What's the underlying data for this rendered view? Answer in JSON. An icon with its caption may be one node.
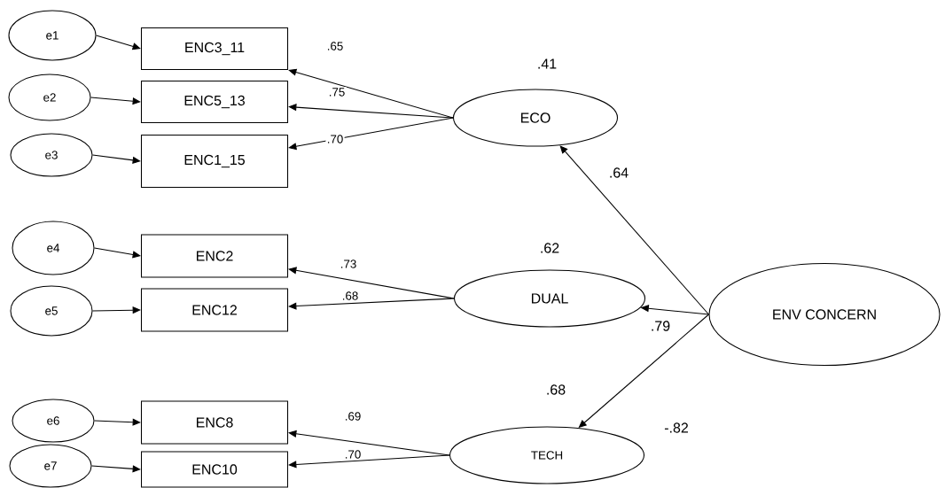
{
  "diagram": {
    "nodes": [
      {
        "text": [
          "e1"
        ]
      },
      {
        "text": [
          "e2"
        ]
      },
      {
        "text": [
          "e3"
        ]
      },
      {
        "text": [
          "e4"
        ]
      },
      {
        "text": [
          "e5"
        ]
      },
      {
        "text": [
          "e6"
        ]
      },
      {
        "text": [
          "e7"
        ]
      },
      {
        "text": [
          "ENC3_11"
        ]
      },
      {
        "text": [
          "ENC5_13"
        ]
      },
      {
        "text": [
          "ENC1_15"
        ]
      },
      {
        "text": [
          "ENC2"
        ]
      },
      {
        "text": [
          "ENC12"
        ]
      },
      {
        "text": [
          "ENC8"
        ]
      },
      {
        "text": [
          "ENC10"
        ]
      },
      {
        "text": [
          "ECO"
        ],
        "beside": [
          ".41"
        ]
      },
      {
        "text": [
          "DUAL"
        ],
        "beside": [
          ".62"
        ]
      },
      {
        "text": [
          "TECH"
        ],
        "beside": [
          ".68"
        ]
      },
      {
        "text": [
          "ENV CONCERN"
        ]
      }
    ],
    "edges": [
      {
        "from": 0,
        "to": 7,
        "arrow": "to"
      },
      {
        "from": 1,
        "to": 8,
        "arrow": "to"
      },
      {
        "from": 2,
        "to": 9,
        "arrow": "to"
      },
      {
        "from": 3,
        "to": 10,
        "arrow": "to"
      },
      {
        "from": 4,
        "to": 11,
        "arrow": "to"
      },
      {
        "from": 5,
        "to": 12,
        "arrow": "to"
      },
      {
        "from": 6,
        "to": 13,
        "arrow": "to"
      },
      {
        "from": 14,
        "to": 7,
        "arrow": "to",
        "label": ".65"
      },
      {
        "from": 14,
        "to": 8,
        "arrow": "to",
        "label": ".75"
      },
      {
        "from": 14,
        "to": 9,
        "arrow": "to",
        "label": ".70"
      },
      {
        "from": 15,
        "to": 10,
        "arrow": "to",
        "label": ".73"
      },
      {
        "from": 15,
        "to": 11,
        "arrow": "to",
        "label": ".68"
      },
      {
        "from": 16,
        "to": 12,
        "arrow": "to",
        "label": ".69"
      },
      {
        "from": 16,
        "to": 13,
        "arrow": "to",
        "label": ".70"
      },
      {
        "from": 17,
        "to": 14,
        "arrow": "to",
        "label": ".64"
      },
      {
        "from": 17,
        "to": 15,
        "arrow": "to",
        "label": ".79"
      },
      {
        "from": 17,
        "to": 16,
        "arrow": "to",
        "label": "-.82"
      }
    ]
  }
}
